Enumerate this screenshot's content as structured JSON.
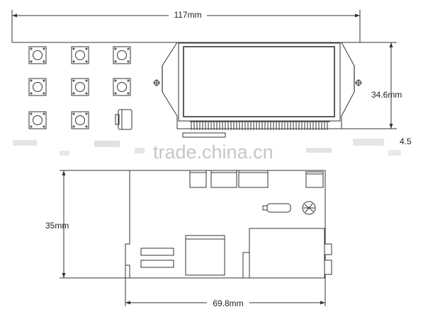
{
  "drawing": {
    "top_view": {
      "width_dimension": "117mm",
      "height_dimension": "34.6mm",
      "edge_fragment": "4.5"
    },
    "bottom_view": {
      "height_dimension": "35mm",
      "width_dimension": "69.8mm"
    },
    "watermark": "trade.china.cn"
  }
}
